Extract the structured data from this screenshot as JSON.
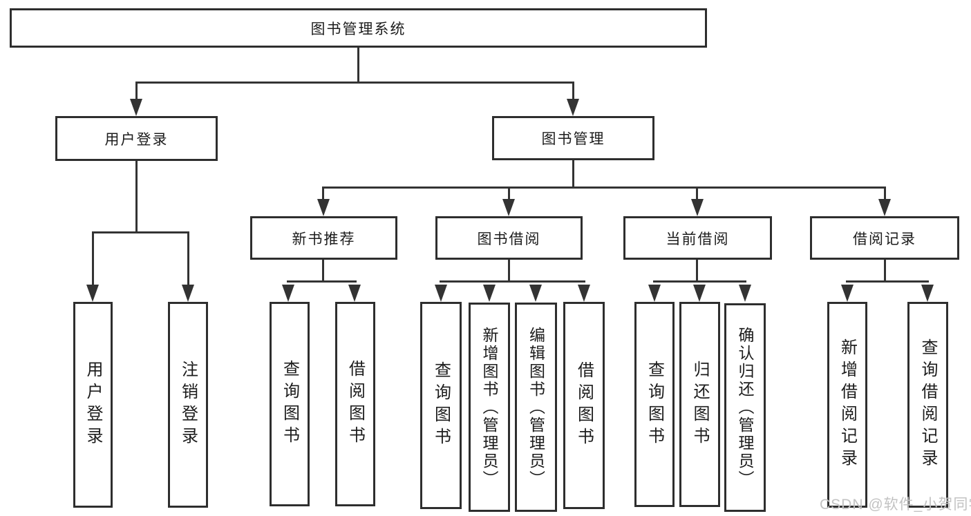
{
  "tree": {
    "root": {
      "label": "图书管理系统"
    },
    "branches": [
      {
        "label": "用户登录",
        "children": [
          {
            "label": "用户登录"
          },
          {
            "label": "注销登录"
          }
        ]
      },
      {
        "label": "图书管理",
        "children": [
          {
            "label": "新书推荐",
            "children": [
              {
                "label": "查询图书"
              },
              {
                "label": "借阅图书"
              }
            ]
          },
          {
            "label": "图书借阅",
            "children": [
              {
                "label": "查询图书"
              },
              {
                "label": "新增图书（管理员）"
              },
              {
                "label": "编辑图书（管理员）"
              },
              {
                "label": "借阅图书"
              }
            ]
          },
          {
            "label": "当前借阅",
            "children": [
              {
                "label": "查询图书"
              },
              {
                "label": "归还图书"
              },
              {
                "label": "确认归还（管理员）"
              }
            ]
          },
          {
            "label": "借阅记录",
            "children": [
              {
                "label": "新增借阅记录"
              },
              {
                "label": "查询借阅记录"
              }
            ]
          }
        ]
      }
    ]
  },
  "watermark": {
    "text": "CSDN @软件_小贺同学"
  },
  "colors": {
    "line": "#333333",
    "box_border": "#2e2e2e",
    "box_fill": "#ffffff",
    "text": "#1c1c1c",
    "watermark": "#c2c2c2"
  }
}
